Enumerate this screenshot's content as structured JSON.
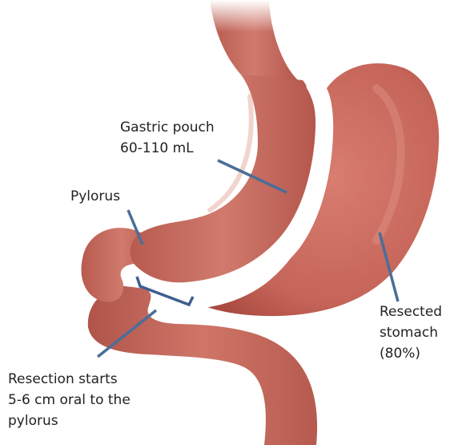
{
  "labels": {
    "gastric_pouch": [
      "Gastric pouch",
      "60-110 mL"
    ],
    "pylorus": [
      "Pylorus"
    ],
    "resected_stomach": [
      "Resected",
      "stomach",
      "(80%)"
    ],
    "resection_start": [
      "Resection starts",
      "5-6 cm oral to the",
      "pylorus"
    ]
  },
  "colors": {
    "tissue": "#c96a5e",
    "tissue_dark": "#a8493f",
    "tissue_light": "#e1978a",
    "callout_line": "#4a6e98",
    "text": "#222222"
  }
}
